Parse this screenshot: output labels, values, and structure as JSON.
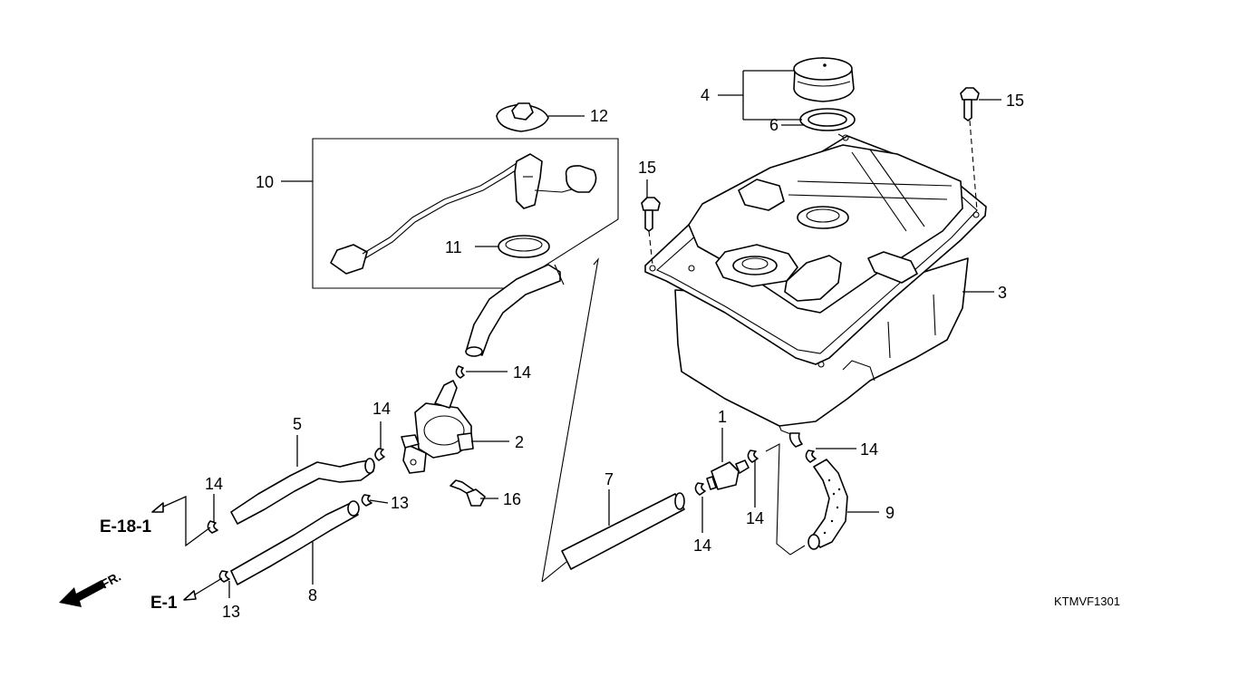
{
  "diagram": {
    "drawing_code": "KTMVF1301",
    "front_label": "FR.",
    "references": {
      "upper": "E-18-1",
      "lower": "E-1"
    },
    "callouts": {
      "fuel_valve": "1",
      "fuel_cock": "2",
      "fuel_tank": "3",
      "filler_cap": "4",
      "hose_5": "5",
      "cap_gasket": "6",
      "hose_7": "7",
      "hose_8": "8",
      "hose_9": "9",
      "fuel_unit": "10",
      "unit_packing": "11",
      "set_plate": "12",
      "clip_13_a": "13",
      "clip_13_b": "13",
      "clip_14_a": "14",
      "clip_14_b": "14",
      "clip_14_c": "14",
      "clip_14_d": "14",
      "clip_14_e": "14",
      "clip_14_f": "14",
      "bolt_15_a": "15",
      "bolt_15_b": "15",
      "bolt_16": "16"
    }
  }
}
